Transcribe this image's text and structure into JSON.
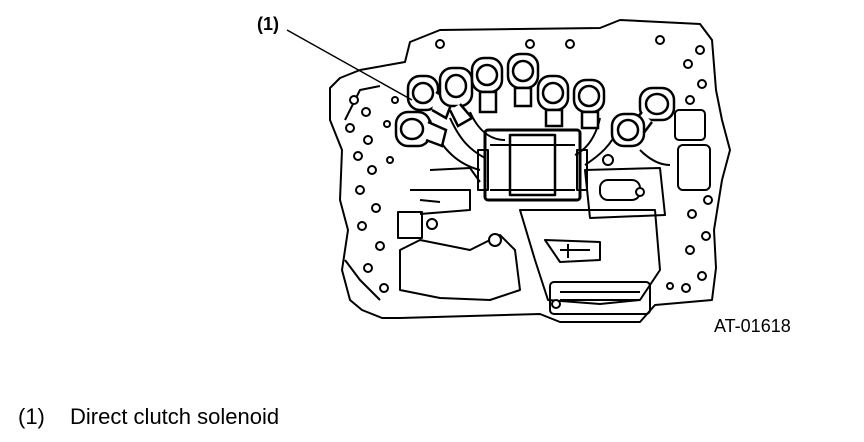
{
  "figure": {
    "callout": "(1)",
    "code": "AT-01618"
  },
  "legend": [
    {
      "number": "(1)",
      "text": "Direct clutch solenoid"
    }
  ]
}
